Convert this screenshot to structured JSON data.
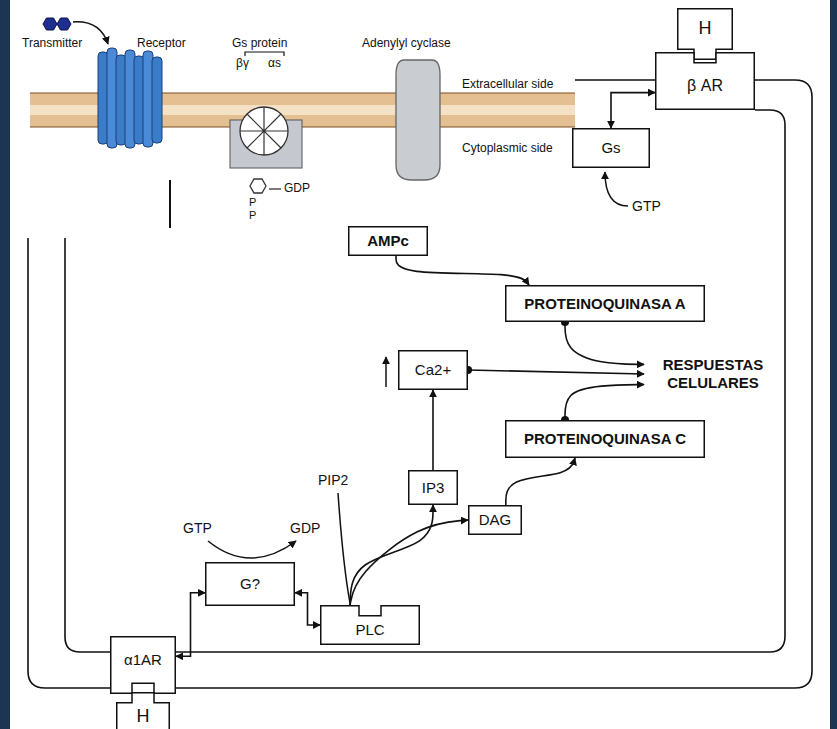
{
  "diagram": {
    "nodes": [
      {
        "text": [
          "H"
        ]
      },
      {
        "text": [
          "β AR"
        ]
      },
      {
        "text": [
          "Gs"
        ]
      },
      {
        "text": [
          "AMPc"
        ]
      },
      {
        "text": [
          "PROTEINOQUINASA A"
        ]
      },
      {
        "text": [
          "Ca2+"
        ]
      },
      {
        "text": [
          "RESPUESTAS CELULARES"
        ]
      },
      {
        "text": [
          "PROTEINOQUINASA C"
        ]
      },
      {
        "text": [
          "IP3"
        ]
      },
      {
        "text": [
          "DAG"
        ]
      },
      {
        "text": [
          "G?"
        ]
      },
      {
        "text": [
          "PLC"
        ]
      },
      {
        "text": [
          "α1AR"
        ]
      },
      {
        "text": [
          "H"
        ]
      }
    ],
    "edges": [
      {
        "from": 1,
        "to": 2,
        "arrow": "both"
      },
      {
        "from": 3,
        "to": 4,
        "arrow": "to"
      },
      {
        "from": 4,
        "to": 6,
        "arrow": "to"
      },
      {
        "from": 5,
        "to": 6,
        "arrow": "to"
      },
      {
        "from": 7,
        "to": 6,
        "arrow": "to"
      },
      {
        "from": 8,
        "to": 5,
        "arrow": "to"
      },
      {
        "from": 11,
        "to": 8,
        "arrow": "to"
      },
      {
        "from": 11,
        "to": 9,
        "arrow": "to"
      },
      {
        "from": 9,
        "to": 7,
        "arrow": "to"
      },
      {
        "from": 12,
        "to": 10,
        "arrow": "both"
      },
      {
        "from": 10,
        "to": 11,
        "arrow": "both"
      }
    ],
    "labels": [
      "Transmitter",
      "Receptor",
      "Gs protein",
      "βγ",
      "αs",
      "Adenylyl cyclase",
      "Extracellular side",
      "Cytoplasmic side",
      "GDP",
      "P",
      "P",
      "GTP",
      "PIP2",
      "GTP",
      "GDP"
    ]
  }
}
